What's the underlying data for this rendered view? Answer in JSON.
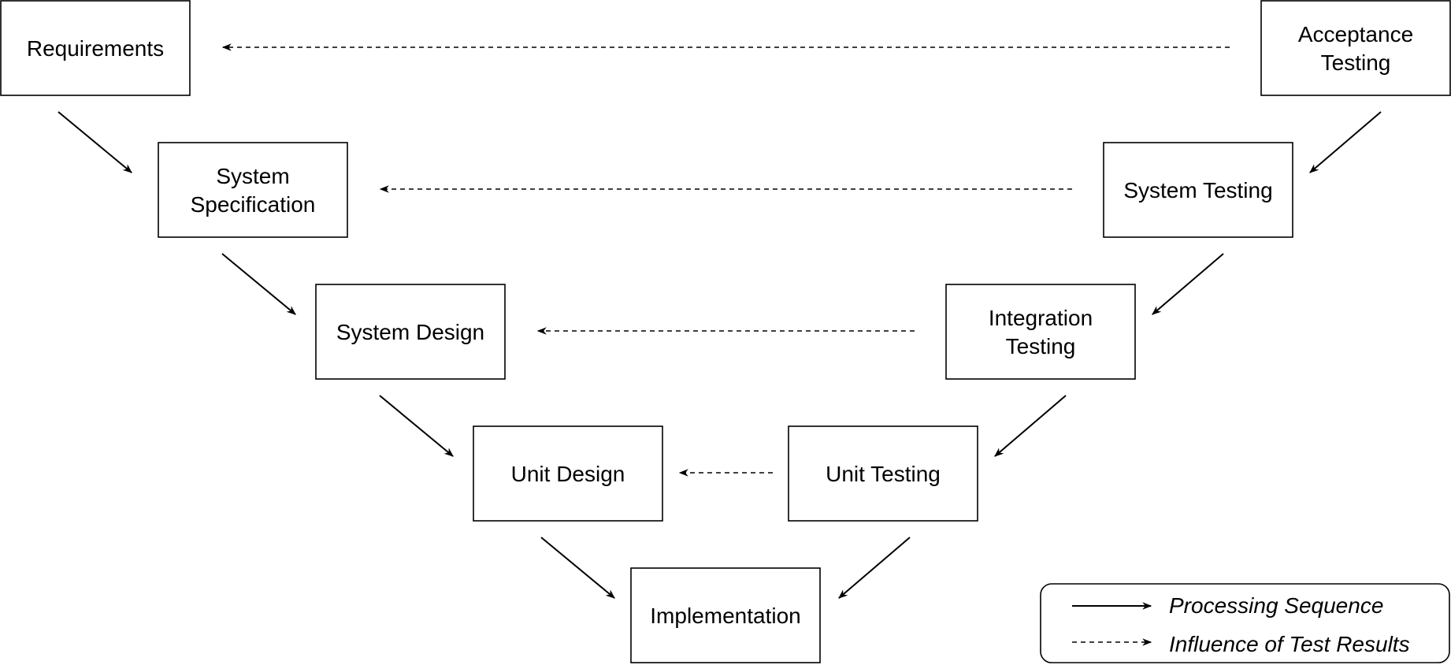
{
  "stages": {
    "requirements": "Requirements",
    "system_specification": [
      "System",
      "Specification"
    ],
    "system_design": "System Design",
    "unit_design": "Unit Design",
    "implementation": "Implementation",
    "unit_testing": "Unit Testing",
    "integration_testing": [
      "Integration",
      "Testing"
    ],
    "system_testing": "System Testing",
    "acceptance_testing": [
      "Acceptance",
      "Testing"
    ]
  },
  "legend": {
    "processing_sequence": "Processing Sequence",
    "influence_of_test_results": "Influence of Test Results"
  },
  "colors": {
    "stroke": "#000000",
    "background": "#ffffff"
  }
}
